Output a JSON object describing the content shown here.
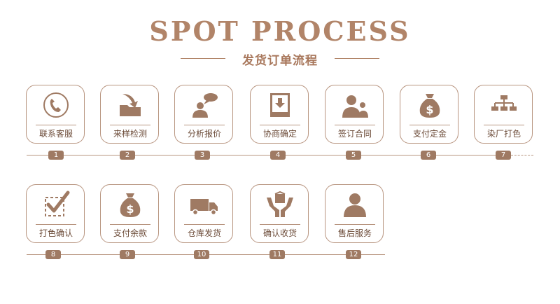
{
  "header": {
    "title": "SPOT PROCESS",
    "subtitle": "发货订单流程"
  },
  "colors": {
    "accent": "#b18468",
    "icon": "#9f7a63",
    "label": "#6b4a37"
  },
  "steps": [
    {
      "num": "1",
      "label": "联系客服",
      "icon": "phone-icon"
    },
    {
      "num": "2",
      "label": "来样检测",
      "icon": "folder-arrow-icon"
    },
    {
      "num": "3",
      "label": "分析报价",
      "icon": "person-speech-icon"
    },
    {
      "num": "4",
      "label": "协商确定",
      "icon": "download-box-icon"
    },
    {
      "num": "5",
      "label": "签订合同",
      "icon": "two-people-icon"
    },
    {
      "num": "6",
      "label": "支付定金",
      "icon": "money-bag-icon"
    },
    {
      "num": "7",
      "label": "染厂打色",
      "icon": "org-chart-icon"
    },
    {
      "num": "8",
      "label": "打色确认",
      "icon": "checkbox-icon"
    },
    {
      "num": "9",
      "label": "支付余款",
      "icon": "money-bag-icon"
    },
    {
      "num": "10",
      "label": "仓库发货",
      "icon": "truck-icon"
    },
    {
      "num": "11",
      "label": "确认收货",
      "icon": "hands-package-icon"
    },
    {
      "num": "12",
      "label": "售后服务",
      "icon": "person-icon"
    }
  ]
}
